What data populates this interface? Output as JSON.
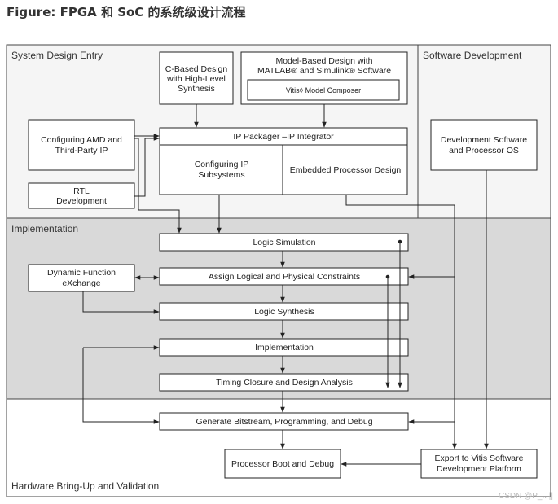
{
  "figure_title": "Figure: FPGA 和 SoC 的系统级设计流程",
  "regions": {
    "system_design_entry": "System Design Entry",
    "software_development": "Software Development",
    "implementation": "Implementation",
    "hardware_bringup": "Hardware Bring-Up and Validation"
  },
  "boxes": {
    "c_based_design": [
      "C-Based Design",
      "with High-Level",
      "Synthesis"
    ],
    "model_based_design": [
      "Model-Based Design with",
      "MATLAB® and Simulink® Software"
    ],
    "vitis_model_composer": "Vitis◊ Model Composer",
    "configuring_amd": [
      "Configuring AMD and",
      "Third-Party IP"
    ],
    "rtl_development": [
      "RTL",
      "Development"
    ],
    "ip_packager": "IP Packager –IP Integrator",
    "configuring_ip_subsystems": [
      "Configuring IP",
      "Subsystems"
    ],
    "embedded_processor_design": "Embedded Processor Design",
    "dev_software_os": [
      "Development Software",
      "and Processor OS"
    ],
    "logic_simulation": "Logic Simulation",
    "assign_constraints": "Assign Logical and Physical Constraints",
    "logic_synthesis": "Logic Synthesis",
    "implementation_step": "Implementation",
    "timing_closure": "Timing Closure and Design Analysis",
    "dynamic_function_exchange": [
      "Dynamic Function",
      "eXchange"
    ],
    "generate_bitstream": "Generate Bitstream, Programming, and Debug",
    "processor_boot": "Processor Boot and Debug",
    "export_vitis": [
      "Export to Vitis Software",
      "Development Platform"
    ]
  },
  "watermark": "CSDN @P_.. ||",
  "colors": {
    "region_top_fill": "#f5f5f5",
    "region_mid_fill": "#d9d9d9",
    "region_bottom_fill": "#ffffff",
    "line": "#222222"
  }
}
